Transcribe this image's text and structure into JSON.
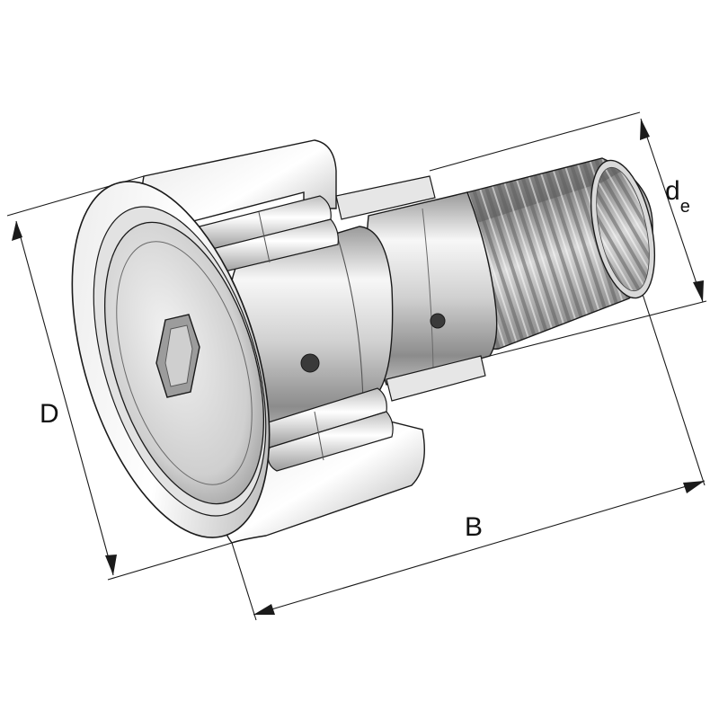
{
  "labels": {
    "outer_diameter": "D",
    "width": "B",
    "stud_diameter_main": "d",
    "stud_diameter_sub": "e"
  },
  "colors": {
    "line": "#1a1a1a",
    "metal_light": "#f4f4f4",
    "metal_mid": "#c8c8c8",
    "metal_dark": "#7a7a7a",
    "background": "#ffffff"
  },
  "icons": {
    "drive": "hex-socket-icon"
  }
}
